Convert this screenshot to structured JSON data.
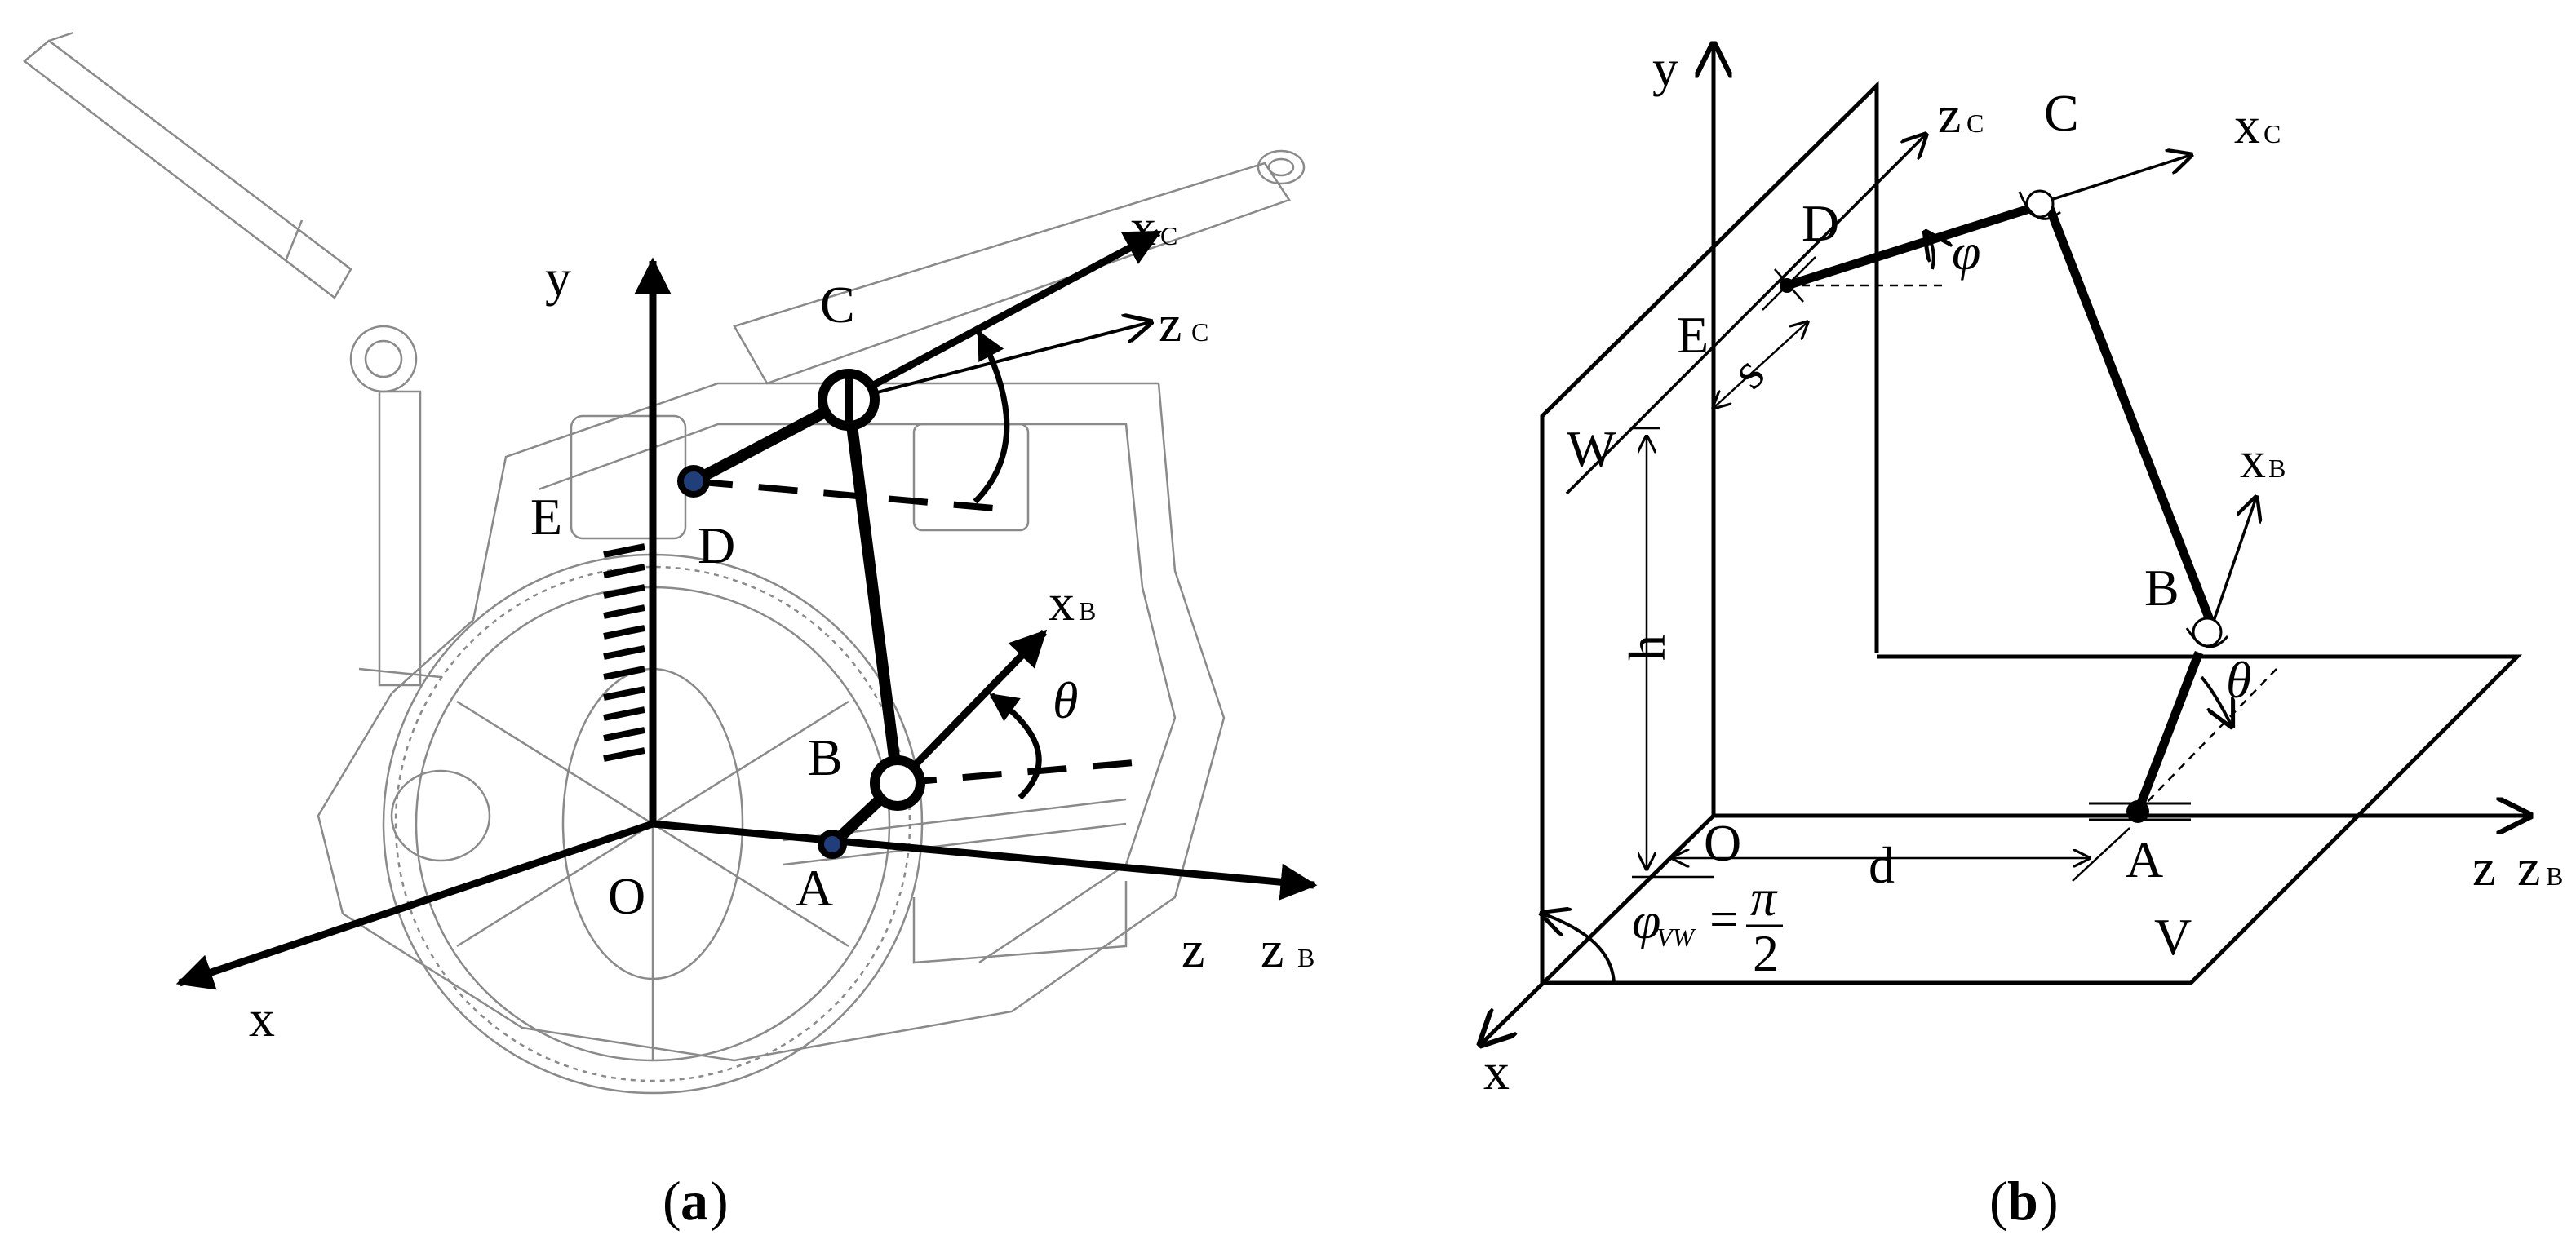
{
  "panel_a": {
    "caption_open": "(",
    "caption_letter": "a",
    "caption_close": ")",
    "labels": {
      "y": "y",
      "x": "x",
      "z": "z",
      "O": "O",
      "A": "A",
      "B": "B",
      "C": "C",
      "D": "D",
      "E": "E",
      "theta": "θ",
      "xB": "x",
      "xB_sub": "B",
      "xC": "x",
      "xC_sub": "C",
      "zB": "z",
      "zB_sub": "B",
      "zC": "z",
      "zC_sub": "C"
    }
  },
  "panel_b": {
    "caption_open": "(",
    "caption_letter": "b",
    "caption_close": ")",
    "labels": {
      "y": "y",
      "x": "x",
      "z": "z",
      "O": "O",
      "A": "A",
      "B": "B",
      "C": "C",
      "D": "D",
      "E": "E",
      "W": "W",
      "V": "V",
      "h": "h",
      "d": "d",
      "s": "s",
      "theta": "θ",
      "phi": "φ",
      "xB": "x",
      "xB_sub": "B",
      "xC": "x",
      "xC_sub": "C",
      "zB": "z",
      "zB_sub": "B",
      "zC": "z",
      "zC_sub": "C",
      "phi_vw": "φ",
      "phi_vw_sub": "VW",
      "eq": "=",
      "pi": "π",
      "two": "2"
    }
  }
}
